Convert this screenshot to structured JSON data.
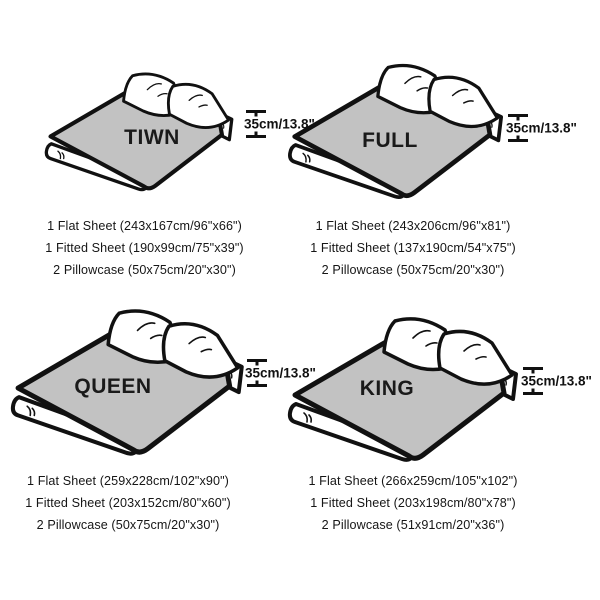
{
  "figure": {
    "background": "#ffffff",
    "outline_color": "#111111",
    "sheet_color": "#c2c2c2",
    "sizes": [
      {
        "name": "TIWN",
        "height": "35cm/13.8\"",
        "contents": [
          "1 Flat Sheet (243x167cm/96\"x66\")",
          "1 Fitted Sheet (190x99cm/75\"x39\")",
          "2 Pillowcase (50x75cm/20\"x30\")"
        ]
      },
      {
        "name": "FULL",
        "height": "35cm/13.8\"",
        "contents": [
          "1 Flat Sheet (243x206cm/96\"x81\")",
          "1 Fitted Sheet (137x190cm/54\"x75\")",
          "2 Pillowcase (50x75cm/20\"x30\")"
        ]
      },
      {
        "name": "QUEEN",
        "height": "35cm/13.8\"",
        "contents": [
          "1 Flat Sheet (259x228cm/102\"x90\")",
          "1 Fitted Sheet (203x152cm/80\"x60\")",
          "2 Pillowcase (50x75cm/20\"x30\")"
        ]
      },
      {
        "name": "KING",
        "height": "35cm/13.8\"",
        "contents": [
          "1 Flat Sheet (266x259cm/105\"x102\")",
          "1 Fitted Sheet (203x198cm/80\"x78\")",
          "2 Pillowcase (51x91cm/20\"x36\")"
        ]
      }
    ]
  }
}
